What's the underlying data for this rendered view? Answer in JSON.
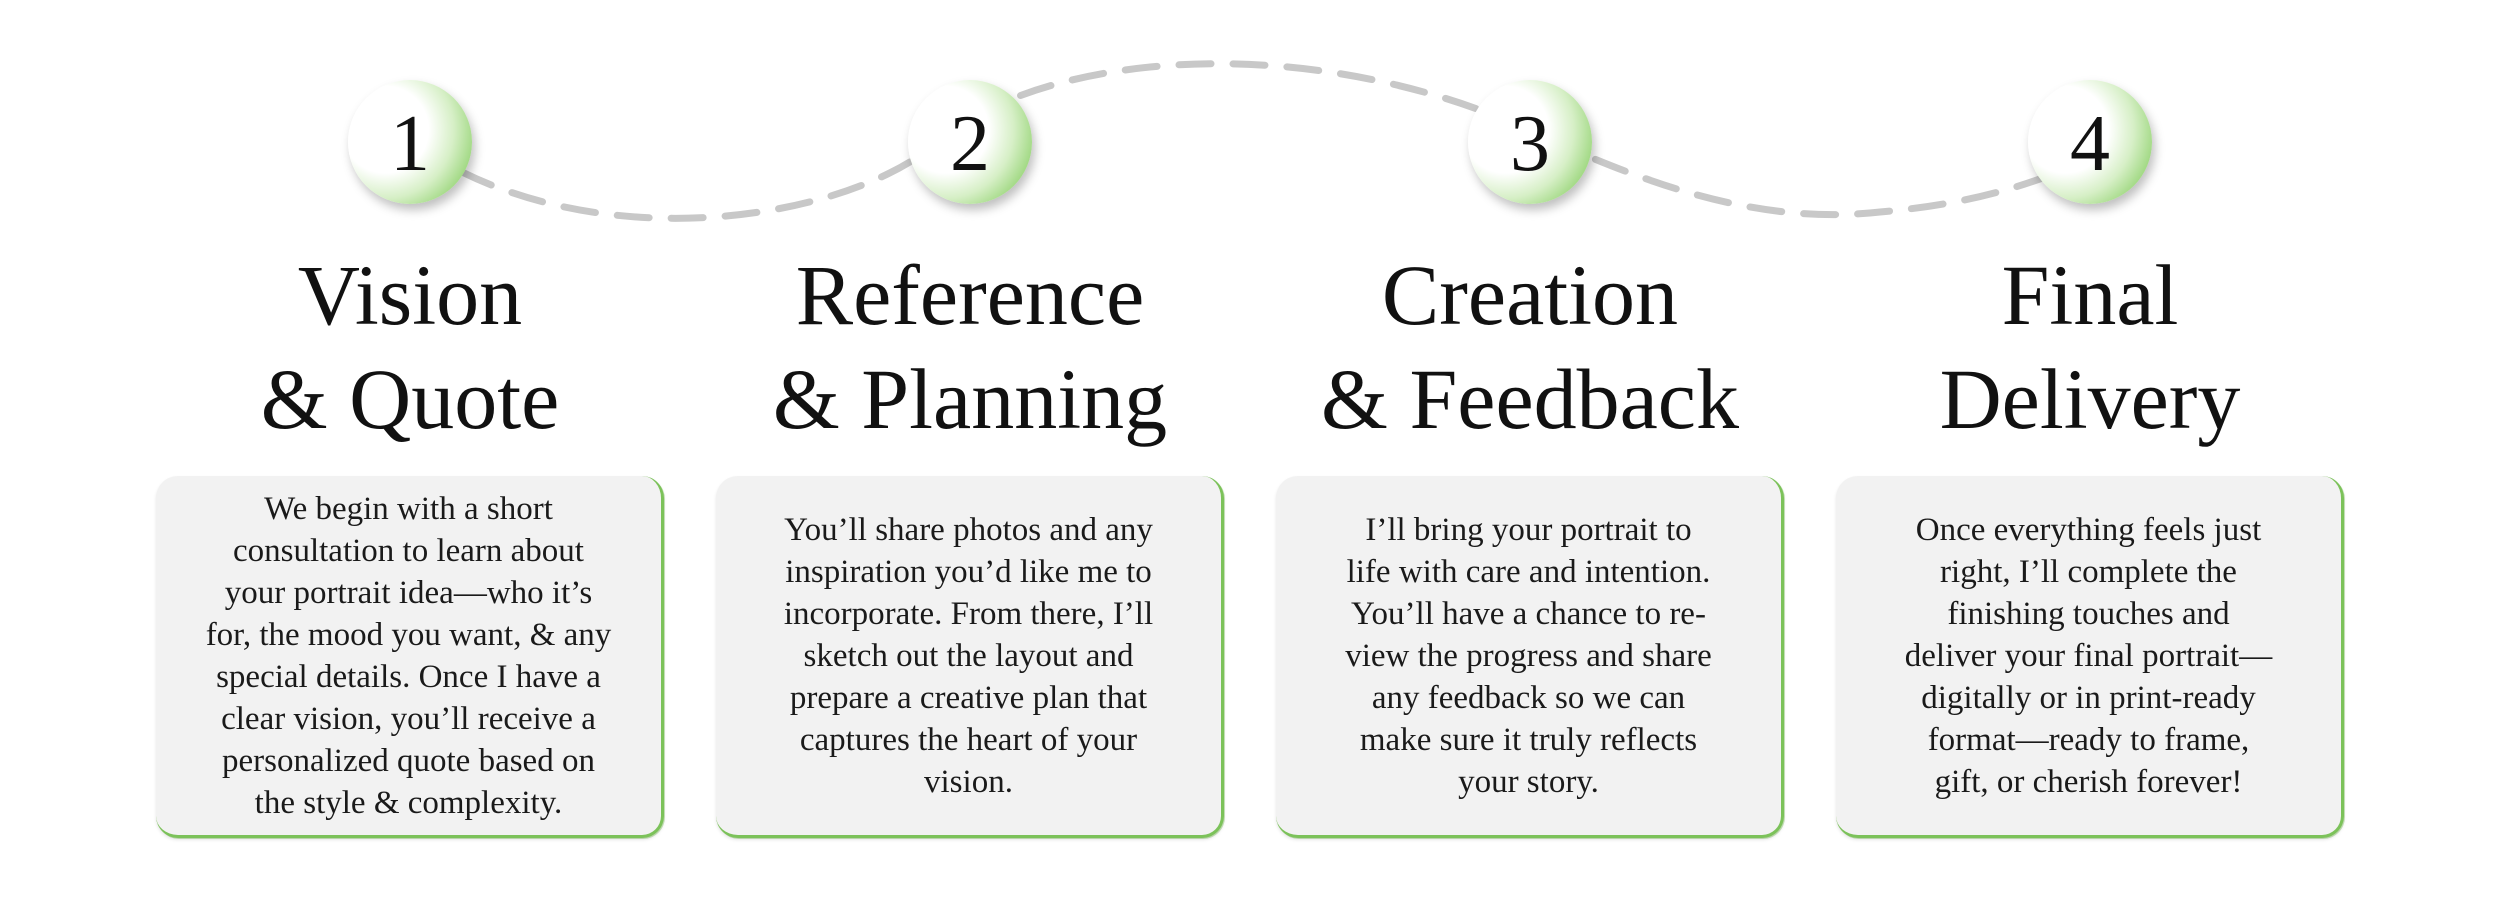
{
  "colors": {
    "accent_green": "#7cc25a",
    "card_background": "#f2f2f2",
    "connector_gray": "#c8c8c8",
    "text": "#111111"
  },
  "steps": [
    {
      "number": "1",
      "title_lines": [
        "Vision",
        "& Quote"
      ],
      "description_lines": [
        "We begin with a short",
        "consultation to learn about",
        "your portrait idea—who it’s",
        "for, the mood you want, & any",
        "special details. Once I have a",
        "clear vision, you’ll receive a",
        "personalized quote based on",
        "the style & complexity."
      ]
    },
    {
      "number": "2",
      "title_lines": [
        "Reference",
        "& Planning"
      ],
      "description_lines": [
        "You’ll share photos and any",
        "inspiration you’d like me to",
        "incorporate. From there, I’ll",
        "sketch out the layout and",
        "prepare a creative plan that",
        "captures the heart of your",
        "vision."
      ]
    },
    {
      "number": "3",
      "title_lines": [
        "Creation",
        "& Feedback"
      ],
      "description_lines": [
        "I’ll bring your portrait to",
        "life with care and intention.",
        "You’ll have a chance to re-",
        "view the progress and share",
        "any feedback so we can",
        "make sure it truly reflects",
        "your story."
      ]
    },
    {
      "number": "4",
      "title_lines": [
        "Final",
        "Delivery"
      ],
      "description_lines": [
        "Once everything feels just",
        "right, I’ll complete the",
        "finishing touches and",
        "deliver your final portrait—",
        "digitally or in print-ready",
        "format—ready to frame,",
        "gift, or cherish forever!"
      ]
    }
  ]
}
